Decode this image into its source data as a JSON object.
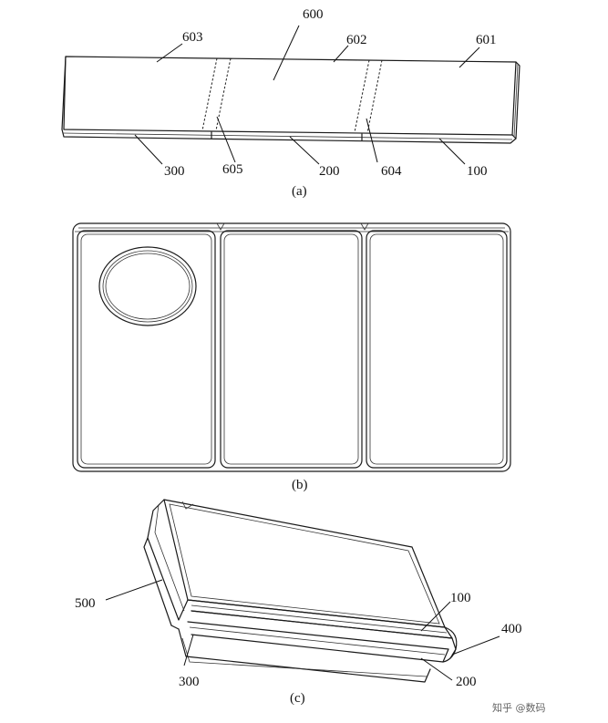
{
  "panels": {
    "a": {
      "caption": "(a)",
      "labels": {
        "l600": "600",
        "l603": "603",
        "l602": "602",
        "l601": "601",
        "l300": "300",
        "l605": "605",
        "l200": "200",
        "l604": "604",
        "l100": "100"
      }
    },
    "b": {
      "caption": "(b)"
    },
    "c": {
      "caption": "(c)",
      "labels": {
        "l500": "500",
        "l100": "100",
        "l400": "400",
        "l300": "300",
        "l200": "200"
      }
    }
  },
  "watermark": "知乎 @数码"
}
